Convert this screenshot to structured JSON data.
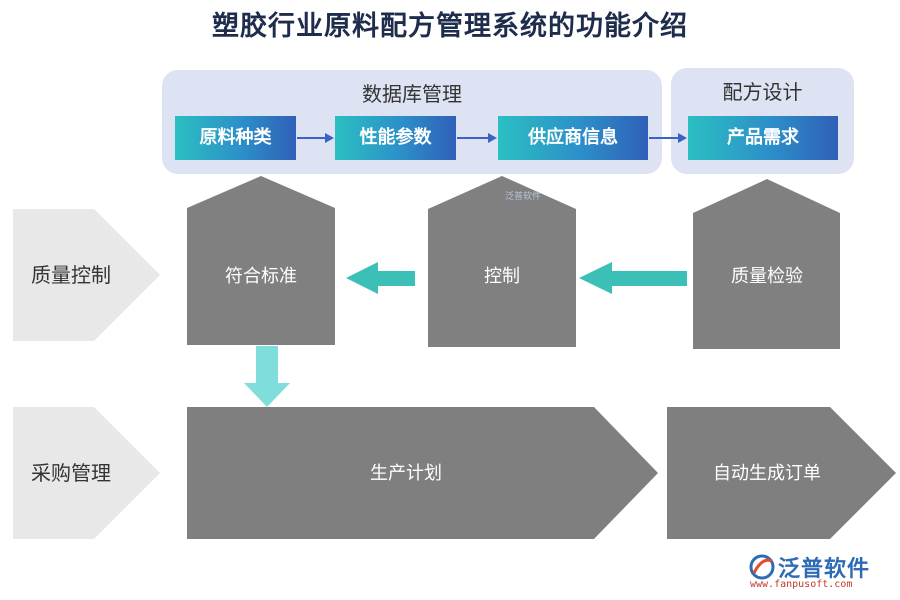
{
  "title": "塑胶行业原料配方管理系统的功能介绍",
  "database_panel": {
    "label": "数据库管理",
    "items": [
      "原料种类",
      "性能参数",
      "供应商信息"
    ]
  },
  "design_panel": {
    "label": "配方设计",
    "items": [
      "产品需求"
    ]
  },
  "quality_row": {
    "label": "质量控制",
    "shapes": [
      "符合标准",
      "控制",
      "质量检验"
    ]
  },
  "purchase_row": {
    "label": "采购管理",
    "shapes": [
      "生产计划",
      "自动生成订单"
    ]
  },
  "watermark": "泛普软件",
  "logo": {
    "name": "泛普软件",
    "url": "www.fanpusoft.com"
  },
  "colors": {
    "panel_bg": "#dde3f2",
    "box_gradient_start": "#2bbfc2",
    "box_gradient_end": "#3060b8",
    "gray_shape": "#808080",
    "side_chevron": "#e8e8e8",
    "teal_arrow": "#3bbfb6",
    "light_teal_arrow": "#7fdedb",
    "blue_arrow": "#3a63c4"
  }
}
